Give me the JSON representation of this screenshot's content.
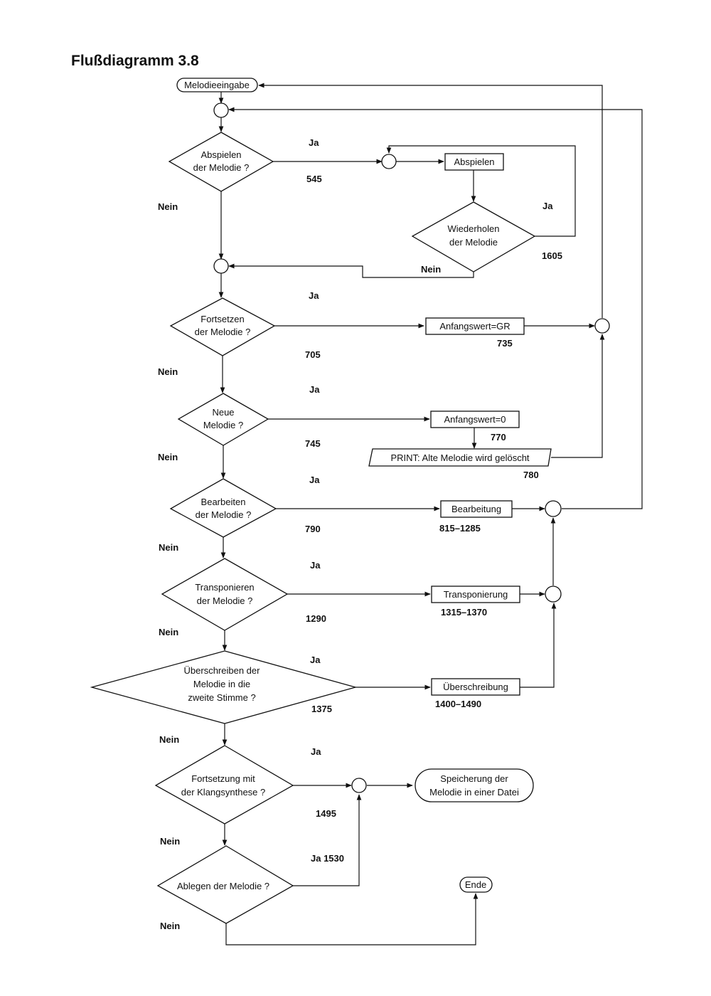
{
  "title": "Flußdiagramm 3.8",
  "nodes": {
    "melodieeingabe": [
      "Melodieeingabe"
    ],
    "q_abspielen": [
      "Abspielen",
      "der Melodie ?"
    ],
    "abspielen": [
      "Abspielen"
    ],
    "q_wiederholen": [
      "Wiederholen",
      "der Melodie"
    ],
    "q_fortsetzen": [
      "Fortsetzen",
      "der Melodie ?"
    ],
    "anfangswert_gr": [
      "Anfangswert=GR"
    ],
    "q_neue": [
      "Neue",
      "Melodie ?"
    ],
    "anfangswert_0": [
      "Anfangswert=0"
    ],
    "print": [
      "PRINT: Alte Melodie wird gelöscht"
    ],
    "q_bearbeiten": [
      "Bearbeiten",
      "der Melodie ?"
    ],
    "bearbeitung": [
      "Bearbeitung"
    ],
    "q_transponieren": [
      "Transponieren",
      "der Melodie ?"
    ],
    "transponierung": [
      "Transponierung"
    ],
    "q_ueberschreiben": [
      "Überschreiben der",
      "Melodie in die",
      "zweite Stimme ?"
    ],
    "ueberschreibung": [
      "Überschreibung"
    ],
    "q_fortsetzung": [
      "Fortsetzung mit",
      "der Klangsynthese ?"
    ],
    "speicherung": [
      "Speicherung der",
      "Melodie in einer Datei"
    ],
    "q_ablegen": [
      "Ablegen der Melodie ?"
    ],
    "ende": [
      "Ende"
    ]
  },
  "line_numbers": {
    "n545": "545",
    "n1605": "1605",
    "n705": "705",
    "n735": "735",
    "n745": "745",
    "n770": "770",
    "n780": "780",
    "n790": "790",
    "n815": "815–1285",
    "n1290": "1290",
    "n1315": "1315–1370",
    "n1375": "1375",
    "n1400": "1400–1490",
    "n1495": "1495"
  },
  "branch_labels": {
    "yes": "Ja",
    "no": "Nein",
    "yes_1530": "Ja 1530"
  }
}
